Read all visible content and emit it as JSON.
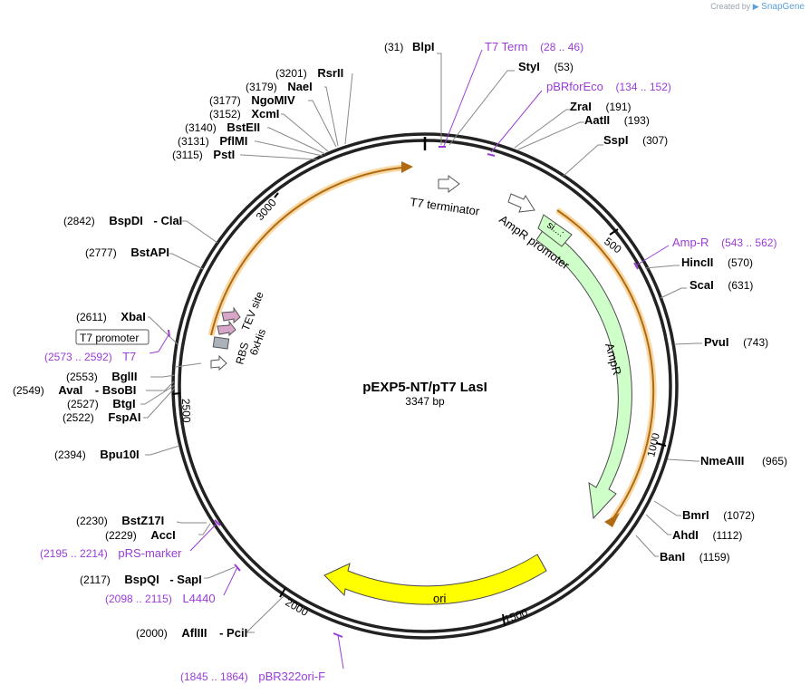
{
  "credit": {
    "prefix": "Created by",
    "brand": "SnapGene"
  },
  "plasmid": {
    "name": "pEXP5-NT/pT7 LasI",
    "size_label": "3347 bp",
    "length": 3347
  },
  "ticks": [
    "500",
    "1000",
    "1500",
    "2000",
    "2500",
    "3000"
  ],
  "features": [
    {
      "label": "AmpR",
      "color": "#cfffc8"
    },
    {
      "label": "ori",
      "color": "#ffff00"
    },
    {
      "label": "T7 terminator"
    },
    {
      "label": "AmpR promoter"
    },
    {
      "label": "si...:"
    },
    {
      "label": "TEV site"
    },
    {
      "label": "6xHis"
    },
    {
      "label": "RBS"
    },
    {
      "label": "T7 promoter"
    }
  ],
  "enzymes": [
    {
      "name": "BlpI",
      "pos": "(31)"
    },
    {
      "name": "StyI",
      "pos": "(53)"
    },
    {
      "name": "ZraI",
      "pos": "(191)"
    },
    {
      "name": "AatII",
      "pos": "(193)"
    },
    {
      "name": "SspI",
      "pos": "(307)"
    },
    {
      "name": "HincII",
      "pos": "(570)"
    },
    {
      "name": "ScaI",
      "pos": "(631)"
    },
    {
      "name": "PvuI",
      "pos": "(743)"
    },
    {
      "name": "NmeAIII",
      "pos": "(965)"
    },
    {
      "name": "BmrI",
      "pos": "(1072)"
    },
    {
      "name": "AhdI",
      "pos": "(1112)"
    },
    {
      "name": "BanI",
      "pos": "(1159)"
    },
    {
      "name": "AflIII",
      "pos": "(2000)",
      "name2": "- PciI"
    },
    {
      "name": "BspQI",
      "pos": "(2117)",
      "name2": "- SapI"
    },
    {
      "name": "AccI",
      "pos": "(2229)"
    },
    {
      "name": "BstZ17I",
      "pos": "(2230)"
    },
    {
      "name": "Bpu10I",
      "pos": "(2394)"
    },
    {
      "name": "FspAI",
      "pos": "(2522)"
    },
    {
      "name": "BtgI",
      "pos": "(2527)"
    },
    {
      "name": "AvaI",
      "pos": "(2549)",
      "name2": "- BsoBI"
    },
    {
      "name": "BglII",
      "pos": "(2553)"
    },
    {
      "name": "XbaI",
      "pos": "(2611)"
    },
    {
      "name": "BstAPI",
      "pos": "(2777)"
    },
    {
      "name": "BspDI",
      "pos": "(2842)",
      "name2": "- ClaI"
    },
    {
      "name": "PstI",
      "pos": "(3115)"
    },
    {
      "name": "PflMI",
      "pos": "(3131)"
    },
    {
      "name": "BstEII",
      "pos": "(3140)"
    },
    {
      "name": "XcmI",
      "pos": "(3152)"
    },
    {
      "name": "NgoMIV",
      "pos": "(3177)"
    },
    {
      "name": "NaeI",
      "pos": "(3179)"
    },
    {
      "name": "RsrII",
      "pos": "(3201)"
    }
  ],
  "primers": [
    {
      "name": "T7 Term",
      "pos": "(28 .. 46)"
    },
    {
      "name": "pBRforEco",
      "pos": "(134 .. 152)"
    },
    {
      "name": "Amp-R",
      "pos": "(543 .. 562)"
    },
    {
      "name": "pBR322ori-F",
      "pos": "(1845 .. 1864)"
    },
    {
      "name": "L4440",
      "pos": "(2098 .. 2115)"
    },
    {
      "name": "pRS-marker",
      "pos": "(2195 .. 2214)"
    },
    {
      "name": "T7",
      "pos": "(2573 .. 2592)"
    }
  ],
  "colors": {
    "primer": "#9a3dd6",
    "orf_highlight": "#f5a623",
    "leader_line": "#888888"
  }
}
